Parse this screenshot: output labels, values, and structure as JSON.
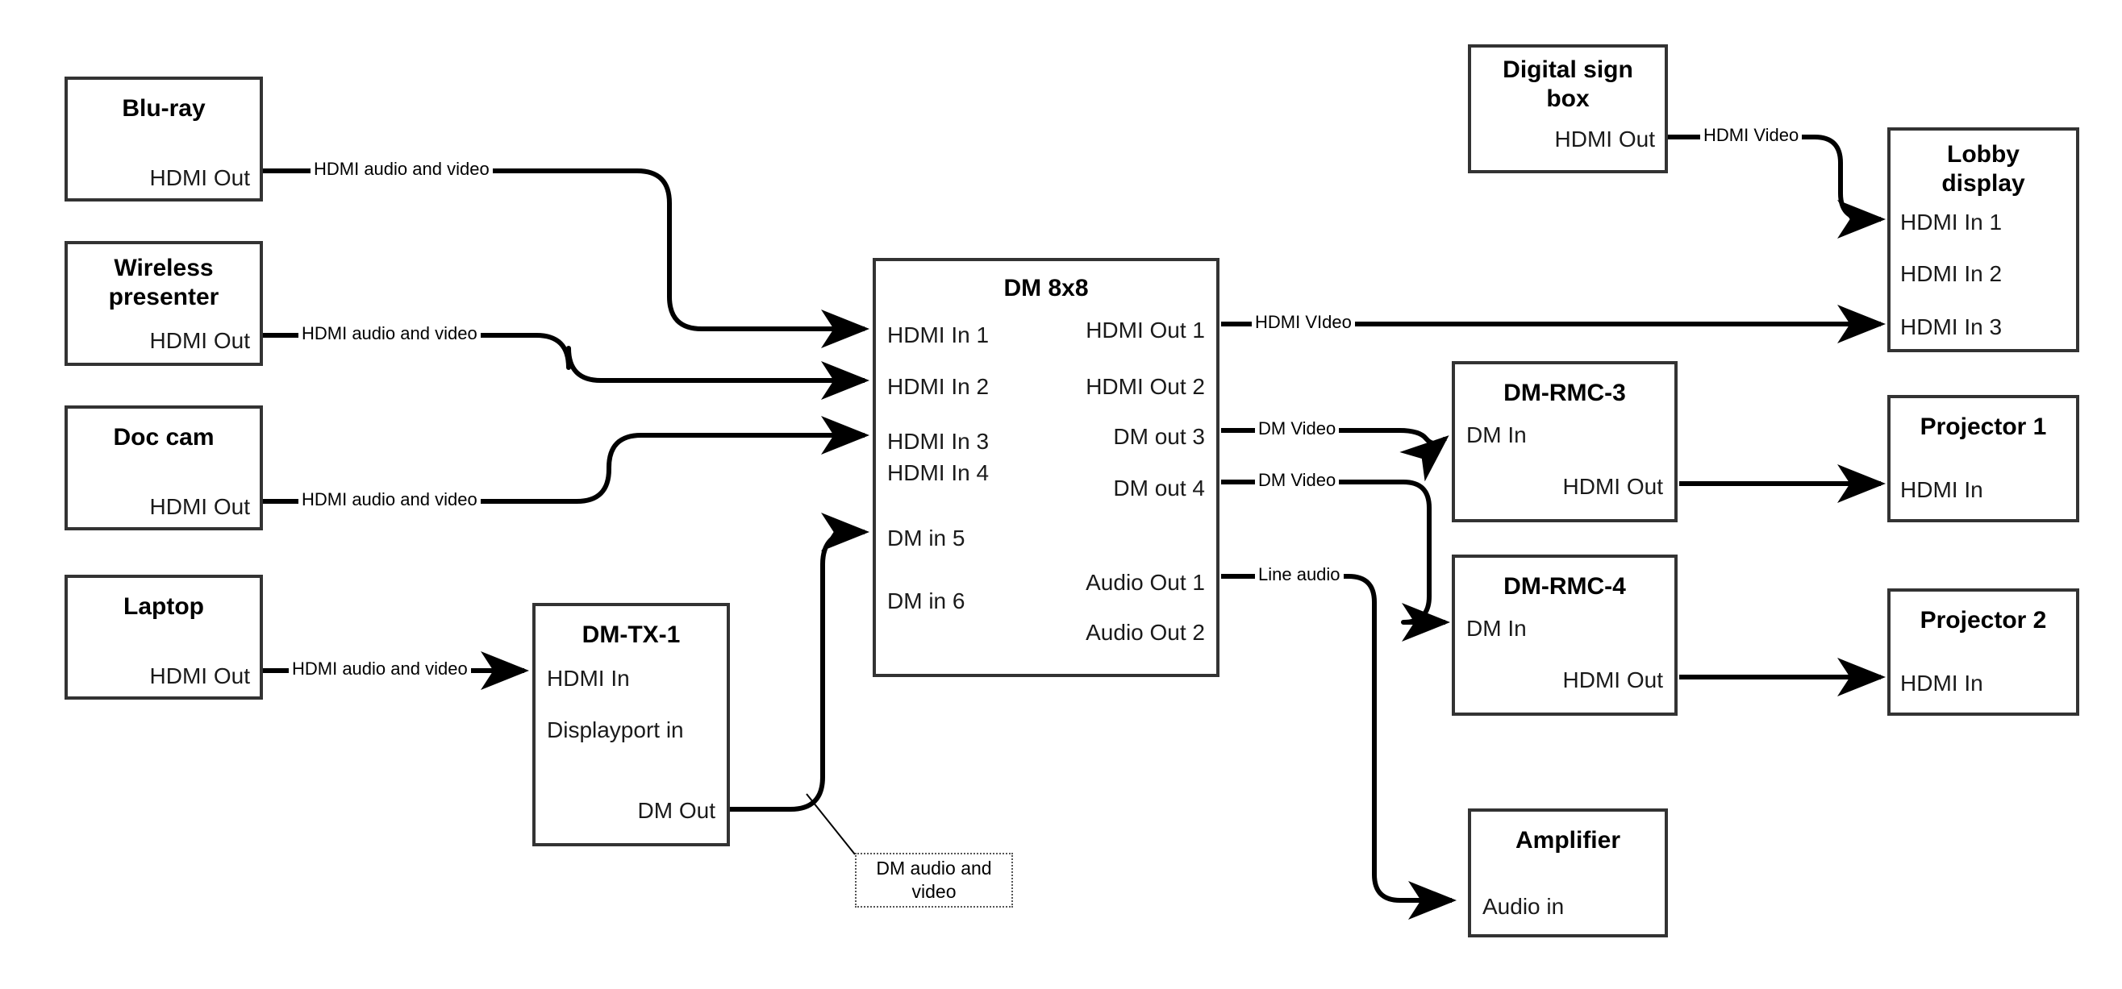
{
  "diagram": {
    "title": "AV signal flow diagram",
    "stroke_color": "#333333",
    "text_color": "#000000",
    "background": "#ffffff"
  },
  "nodes": {
    "bluray": {
      "title": "Blu-ray",
      "ports": {
        "out1": "HDMI Out"
      }
    },
    "wireless": {
      "title": "Wireless\npresenter",
      "title_line1": "Wireless",
      "title_line2": "presenter",
      "ports": {
        "out1": "HDMI Out"
      }
    },
    "doccam": {
      "title": "Doc cam",
      "ports": {
        "out1": "HDMI Out"
      }
    },
    "laptop": {
      "title": "Laptop",
      "ports": {
        "out1": "HDMI Out"
      }
    },
    "dmtx1": {
      "title": "DM-TX-1",
      "ports": {
        "in1": "HDMI In",
        "in2": "Displayport in",
        "out1": "DM Out"
      }
    },
    "dm8x8": {
      "title": "DM 8x8",
      "inputs": [
        "HDMI In 1",
        "HDMI In 2",
        "HDMI In 3",
        "HDMI In 4",
        "DM in 5",
        "DM in 6"
      ],
      "outputs": [
        "HDMI Out 1",
        "HDMI Out 2",
        "DM out 3",
        "DM out 4",
        "Audio Out 1",
        "Audio Out 2"
      ]
    },
    "digitalsign": {
      "title_line1": "Digital sign",
      "title_line2": "box",
      "ports": {
        "out1": "HDMI Out"
      }
    },
    "lobby": {
      "title_line1": "Lobby",
      "title_line2": "display",
      "ports": {
        "in1": "HDMI In 1",
        "in2": "HDMI In 2",
        "in3": "HDMI In 3"
      }
    },
    "dmrmc3": {
      "title": "DM-RMC-3",
      "ports": {
        "in1": "DM In",
        "out1": "HDMI Out"
      }
    },
    "dmrmc4": {
      "title": "DM-RMC-4",
      "ports": {
        "in1": "DM In",
        "out1": "HDMI Out"
      }
    },
    "projector1": {
      "title": "Projector 1",
      "ports": {
        "in1": "HDMI In"
      }
    },
    "projector2": {
      "title": "Projector 2",
      "ports": {
        "in1": "HDMI In"
      }
    },
    "amplifier": {
      "title": "Amplifier",
      "ports": {
        "in1": "Audio in"
      }
    }
  },
  "wire_labels": {
    "bluray_to_dm": "HDMI audio and video",
    "wireless_to_dm": "HDMI audio and video",
    "doccam_to_dm": "HDMI audio and video",
    "laptop_to_dmtx1": "HDMI audio and video",
    "sign_to_lobby": "HDMI Video",
    "dm_hdmiout1": "HDMI VIdeo",
    "dm_dmout3": "DM Video",
    "dm_dmout4": "DM Video",
    "dm_audioout1": "Line audio"
  },
  "annotations": {
    "dm_audio_video": "DM audio and video"
  }
}
